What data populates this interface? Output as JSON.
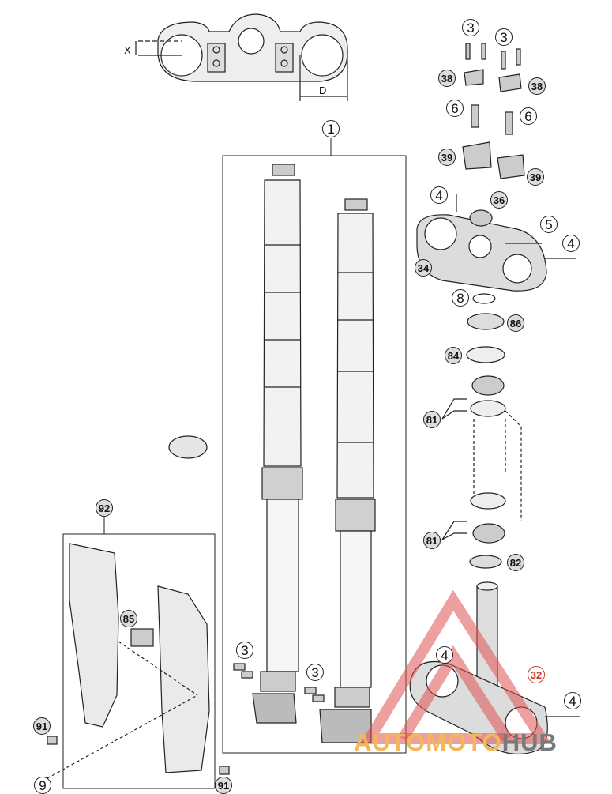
{
  "dimensions": {
    "x_label": "X",
    "d_label": "D"
  },
  "callouts": {
    "c1": "1",
    "c3a": "3",
    "c3b": "3",
    "c3c": "3",
    "c3d": "3",
    "c38a": "38",
    "c38b": "38",
    "c6a": "6",
    "c6b": "6",
    "c39a": "39",
    "c39b": "39",
    "c4a": "4",
    "c36": "36",
    "c5": "5",
    "c4b": "4",
    "c34": "34",
    "c8": "8",
    "c86": "86",
    "c84": "84",
    "c81a": "81",
    "c81b": "81",
    "c82": "82",
    "c4c": "4",
    "c32": "32",
    "c4d": "4",
    "c92": "92",
    "c85": "85",
    "c91a": "91",
    "c9": "9",
    "c91b": "91"
  },
  "watermark": {
    "part1": "AUTOMOTO",
    "part2": "HUB",
    "color_main": "#f3b75a",
    "color_alt": "#7a7a7a",
    "triangle_color": "#e05050"
  }
}
